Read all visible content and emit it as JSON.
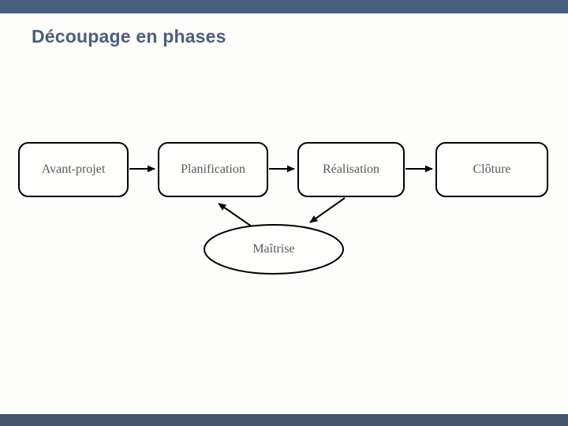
{
  "slide": {
    "title": "Découpage en phases",
    "phases": [
      {
        "label": "Avant-projet"
      },
      {
        "label": "Planification"
      },
      {
        "label": "Réalisation"
      },
      {
        "label": "Clôture"
      }
    ],
    "oversight": {
      "label": "Maîtrise"
    },
    "connections": [
      {
        "from": "Avant-projet",
        "to": "Planification"
      },
      {
        "from": "Planification",
        "to": "Réalisation"
      },
      {
        "from": "Réalisation",
        "to": "Clôture"
      },
      {
        "from": "Maîtrise",
        "to": "Planification"
      },
      {
        "from": "Réalisation",
        "to": "Maîtrise"
      }
    ],
    "colors": {
      "accent_bar_top": "#4a5f7d",
      "accent_bar_bottom": "#46536a",
      "title_text": "#4a5f7d",
      "shape_border": "#000000",
      "shape_text": "#595959",
      "background": "#fdfdfb"
    }
  }
}
